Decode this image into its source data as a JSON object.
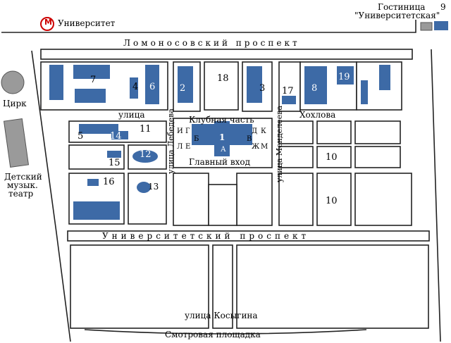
{
  "metro": {
    "letter": "М",
    "label": "Университет"
  },
  "hotel": {
    "line1": "Гостиница",
    "line2": "\"Университетская\"",
    "number": "9"
  },
  "streets": {
    "lomonosovsky": "Ломоносовский проспект",
    "universitetsky": "Университетский проспект",
    "kosygina": "улица Косыгина",
    "lebedeva": "улица Лебедева",
    "mendeleeva": "улица Менделеева",
    "ulitsa": "улица",
    "khokhlova": "Хохлова"
  },
  "places": {
    "circus": "Цирк",
    "theatre1": "Детский",
    "theatre2": "музык.",
    "theatre3": "театр",
    "club": "Клубная часть",
    "main_entrance": "Главный вход",
    "viewpoint": "Смотровая площадка"
  },
  "numbers": [
    "1",
    "2",
    "3",
    "4",
    "5",
    "6",
    "7",
    "8",
    "10",
    "10",
    "11",
    "12",
    "13",
    "14",
    "15",
    "16",
    "17",
    "18",
    "19"
  ],
  "wings": [
    "А",
    "Б",
    "В",
    "Г",
    "Д",
    "Е",
    "Ж",
    "И",
    "К",
    "Л",
    "М"
  ],
  "colors": {
    "building": "#3d6aa6",
    "gray": "#9a9a9a",
    "line": "#222222"
  }
}
